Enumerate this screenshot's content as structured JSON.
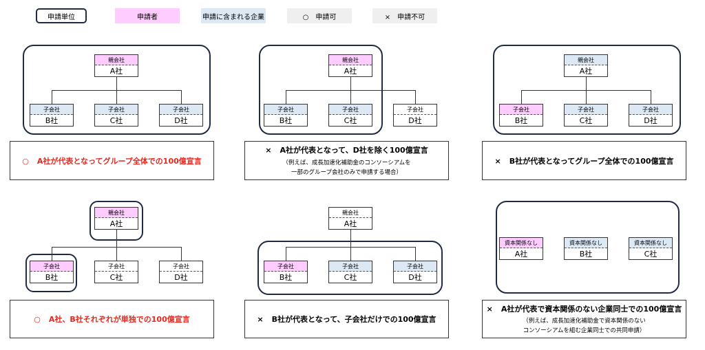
{
  "legend": {
    "unit": "申請単位",
    "applicant": "申請者",
    "included": "申請に含まれる企業",
    "ok": "○　申請可",
    "ng": "×　申請不可"
  },
  "roles": {
    "parent": "親会社",
    "child": "子会社",
    "none": "資本関係なし"
  },
  "companies": {
    "a": "A社",
    "b": "B社",
    "c": "C社",
    "d": "D社"
  },
  "marks": {
    "ok": "○",
    "ng": "×"
  },
  "captions": {
    "p1": "A社が代表となってグループ全体での100億宣言",
    "p2": "A社が代表となって、D社を除く100億宣言",
    "p2_sub1": "（例えば、成長加速化補助金のコンソーシアムを",
    "p2_sub2": "一部のグループ会社のみで申請する場合）",
    "p3": "B社が代表となってグループ全体での100億宣言",
    "p4": "A社、B社それぞれが単独での100億宣言",
    "p5": "B社が代表となって、子会社だけでの100億宣言",
    "p6": "A社が代表で資本関係のない企業同士での100億宣言",
    "p6_sub1": "（例えば、成長加速化補助金で資本関係のない",
    "p6_sub2": "コンソーシアムを組む企業同士での共同申請）"
  },
  "colors": {
    "applicant": "#ffccff",
    "included": "#dce9f5",
    "ok_text": "#e8261c",
    "group_border": "#1f2a44"
  }
}
